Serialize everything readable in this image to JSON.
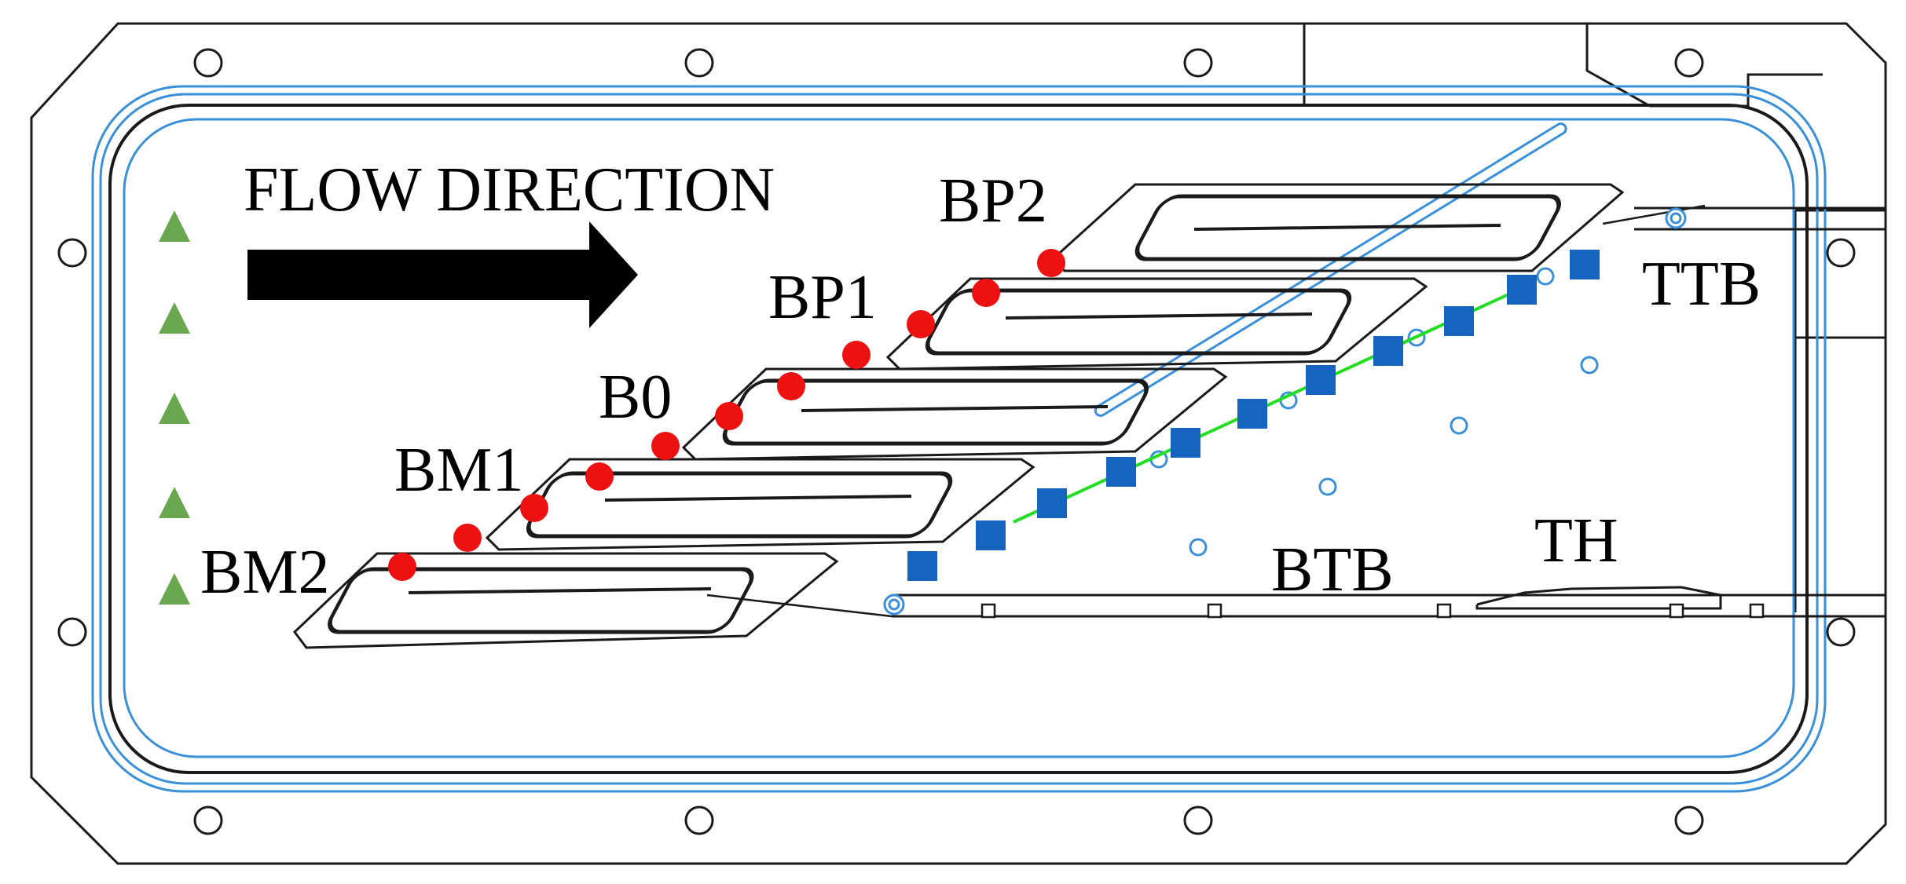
{
  "labels": {
    "flow_direction": "FLOW DIRECTION",
    "bp2": "BP2",
    "bp1": "BP1",
    "b0": "B0",
    "bm1": "BM1",
    "bm2": "BM2",
    "ttb": "TTB",
    "btb": "BTB",
    "th": "TH"
  },
  "colors": {
    "outline": "#1a1a1a",
    "channel": "#3a8fd9",
    "sensor_circle": "#ee1111",
    "sensor_square": "#1565c0",
    "triangle": "#6aa84f",
    "connector_line": "#22dd22",
    "arrow": "#000000"
  },
  "markers": {
    "triangle_count": 5,
    "red_circle_count": 11,
    "blue_square_count": 11
  }
}
